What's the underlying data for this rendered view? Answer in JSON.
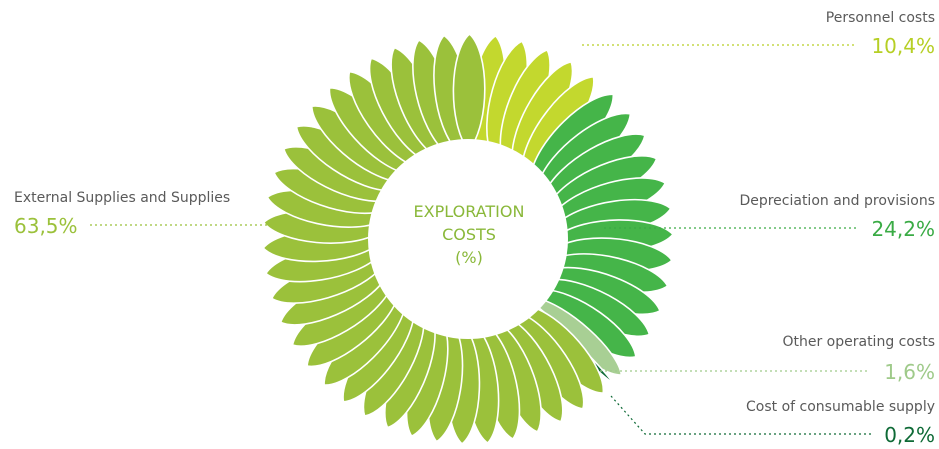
{
  "chart_data": {
    "type": "pie",
    "title": "EXPLORATION COSTS (%)",
    "title_lines": [
      "EXPLORATION",
      "COSTS",
      "(%)"
    ],
    "slices": [
      {
        "label": "Personnel costs",
        "value_label": "10,4%",
        "value": 10.4,
        "color": "#c3d82e"
      },
      {
        "label": "Depreciation and provisions",
        "value_label": "24,2%",
        "value": 24.2,
        "color": "#45b549"
      },
      {
        "label": "Other operating costs",
        "value_label": "1,6%",
        "value": 1.6,
        "color": "#a8cf94"
      },
      {
        "label": "Cost of consumable supply",
        "value_label": "0,2%",
        "value": 0.2,
        "color": "#0e6a36"
      },
      {
        "label": "External Supplies and Supplies",
        "value_label": "63,5%",
        "value": 63.5,
        "color": "#9bc13b"
      }
    ],
    "value_colors": [
      "#b6cf25",
      "#3aab45",
      "#9fca8a",
      "#0e6a36",
      "#9bc13b"
    ],
    "title_color": "#8ab83a"
  }
}
